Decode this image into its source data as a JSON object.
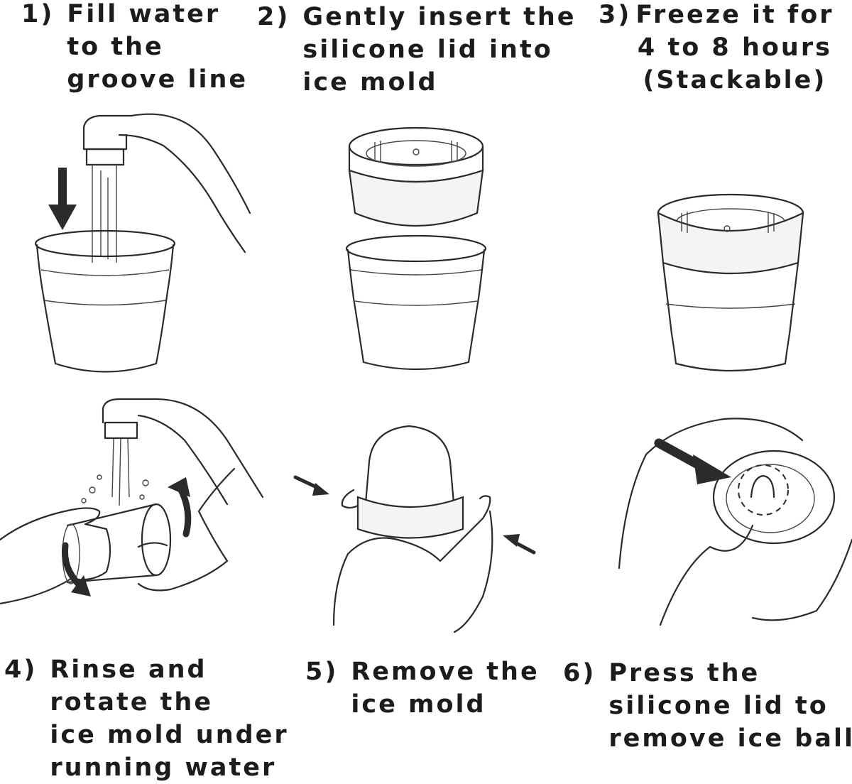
{
  "steps": [
    {
      "number": "1)",
      "lines": [
        "Fill water",
        "to the",
        "groove line"
      ]
    },
    {
      "number": "2)",
      "lines": [
        "Gently insert the",
        "silicone lid into",
        "ice mold"
      ]
    },
    {
      "number": "3)",
      "lines": [
        "Freeze it for",
        "4 to 8 hours",
        "(Stackable)"
      ]
    },
    {
      "number": "4)",
      "lines": [
        "Rinse and",
        "rotate the",
        "ice mold under",
        "running water"
      ]
    },
    {
      "number": "5)",
      "lines": [
        "Remove the",
        "ice mold"
      ]
    },
    {
      "number": "6)",
      "lines": [
        "Press the",
        "silicone lid to",
        "remove ice ball"
      ]
    }
  ],
  "colors": {
    "line": "#2a2a2a",
    "arrow": "#2b2b2b",
    "band": "#f4f4f4",
    "background": "#ffffff"
  },
  "icons": [
    "faucet-icon",
    "cup-icon",
    "silicone-lid-icon",
    "down-arrow-icon",
    "rotate-arrow-icon",
    "hand-icon",
    "ice-ball-icon",
    "press-arrow-icon"
  ]
}
